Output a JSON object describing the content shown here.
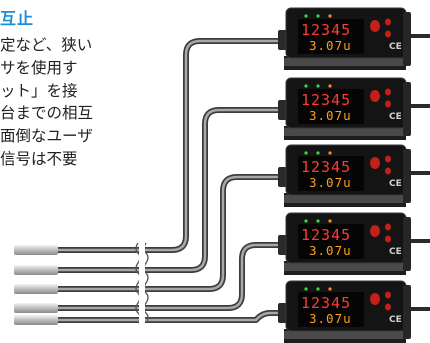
{
  "heading": "互止",
  "paragraph": [
    "定など、狭い",
    "サを使用す",
    "ット」を接",
    "台までの相互",
    "面倒なユーザ",
    "信号は不要"
  ],
  "amplifiers": [
    {
      "display_top": "12345",
      "display_bottom": "3.07u"
    },
    {
      "display_top": "12345",
      "display_bottom": "3.07u"
    },
    {
      "display_top": "12345",
      "display_bottom": "3.07u"
    },
    {
      "display_top": "12345",
      "display_bottom": "3.07u"
    },
    {
      "display_top": "12345",
      "display_bottom": "3.07u"
    }
  ],
  "ce_mark": "CE",
  "colors": {
    "heading": "#1a8fd8",
    "display_red": "#ff3b2f",
    "display_orange": "#ff9f1a",
    "body": "#1b1b1b"
  }
}
